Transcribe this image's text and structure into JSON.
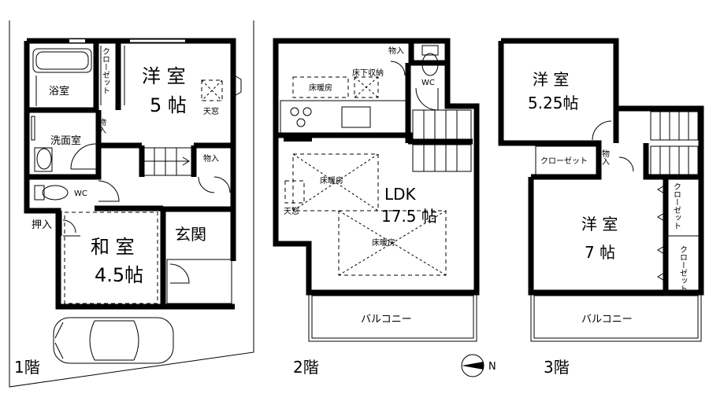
{
  "floors": {
    "f1": {
      "label": "1階",
      "rooms": {
        "bath": "浴室",
        "closet": "クローゼット",
        "western_name": "洋 室",
        "western_size": "5 帖",
        "skylight": "天窓",
        "washroom": "洗面室",
        "storage_top": "物入",
        "storage_mid": "物入",
        "wc": "WC",
        "oshiire": "押入",
        "washitsu_name": "和 室",
        "washitsu_size": "4.5帖",
        "entrance": "玄関"
      }
    },
    "f2": {
      "label": "2階",
      "rooms": {
        "storage": "物入",
        "floor_heat_top": "床暖房",
        "underfloor": "床下収納",
        "wc": "WC",
        "floor_heat_mid": "床暖房",
        "skylight": "天窓",
        "ldk_name": "LDK",
        "ldk_size": "17.5 帖",
        "floor_heat_bottom": "床暖房",
        "balcony": "バルコニー"
      }
    },
    "f3": {
      "label": "3階",
      "rooms": {
        "west1_name": "洋 室",
        "west1_size": "5.25帖",
        "closet_h": "クローゼット",
        "storage": "物入",
        "west2_name": "洋 室",
        "west2_size": "7 帖",
        "closet_v1": "クローゼット",
        "closet_v2": "クローゼット",
        "balcony": "バルコニー"
      }
    }
  },
  "compass": {
    "north": "N"
  }
}
